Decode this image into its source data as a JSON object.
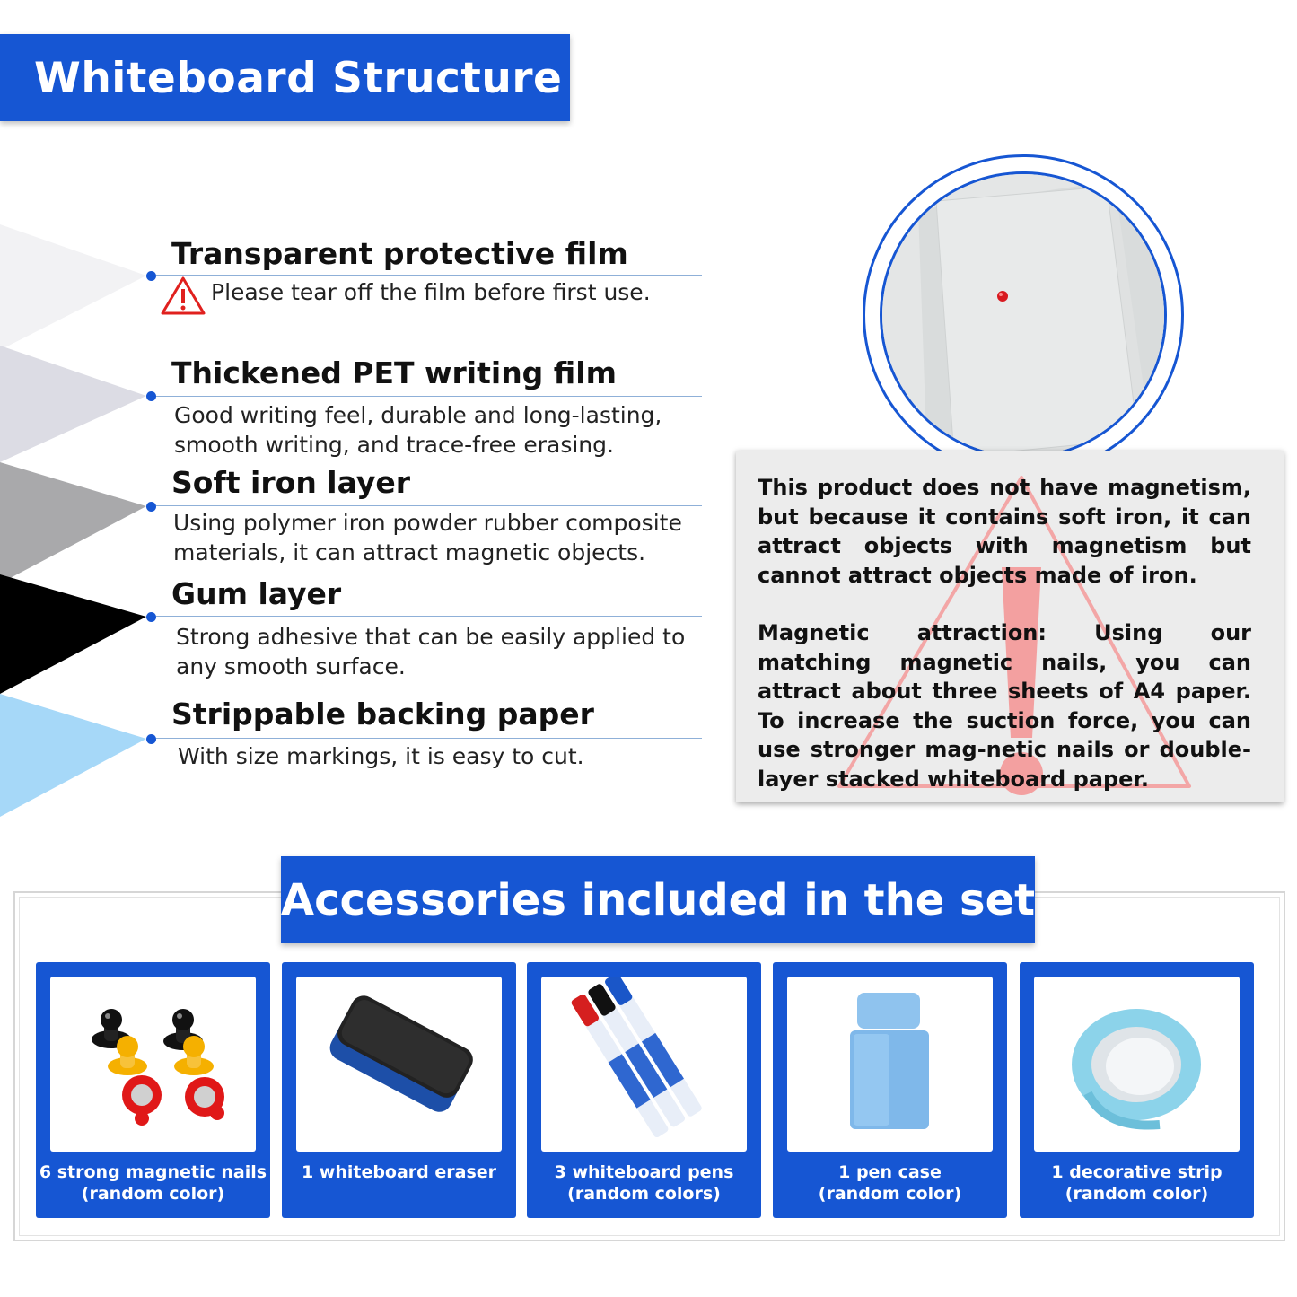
{
  "header": {
    "title": "Whiteboard Structure"
  },
  "layers": [
    {
      "title": "Transparent protective film",
      "lines": [
        "Please tear off the film before first use."
      ],
      "color": "#f2f2f4"
    },
    {
      "title": "Thickened PET writing film",
      "lines": [
        "Good writing feel, durable and long-lasting,",
        "smooth writing, and trace-free erasing."
      ],
      "color": "#dcdce4"
    },
    {
      "title": "Soft iron layer",
      "lines": [
        "Using polymer iron powder rubber composite",
        "materials, it can attract magnetic objects."
      ],
      "color": "#a9a9ab"
    },
    {
      "title": "Gum layer",
      "lines": [
        "Strong adhesive that can be easily applied to",
        "any smooth surface."
      ],
      "color": "#000000"
    },
    {
      "title": "Strippable backing paper",
      "lines": [
        "With size markings, it is easy to cut."
      ],
      "color": "#a6d8f8"
    }
  ],
  "notice": {
    "paragraph1": "This product does not have magnetism, but because it contains soft iron, it can attract objects with magnetism but cannot attract objects made of iron.",
    "paragraph2": "Magnetic attraction: Using our matching magnetic nails, you can attract about three sheets of A4 paper. To increase the suction force, you can use stronger mag-netic nails or double-layer stacked whiteboard paper."
  },
  "accessories": {
    "title": "Accessories included in the set",
    "items": [
      {
        "line1": "6 strong magnetic nails",
        "line2": "(random color)",
        "icon": "magnetic-nails-photo"
      },
      {
        "line1": "1 whiteboard eraser",
        "line2": "",
        "icon": "eraser-photo"
      },
      {
        "line1": "3 whiteboard pens",
        "line2": "(random colors)",
        "icon": "pens-photo"
      },
      {
        "line1": "1 pen case",
        "line2": "(random color)",
        "icon": "pen-case-photo"
      },
      {
        "line1": "1 decorative strip",
        "line2": "(random color)",
        "icon": "tape-roll-photo"
      }
    ]
  },
  "colors": {
    "brand_blue": "#1656d3",
    "warning_red": "#e0201e"
  }
}
